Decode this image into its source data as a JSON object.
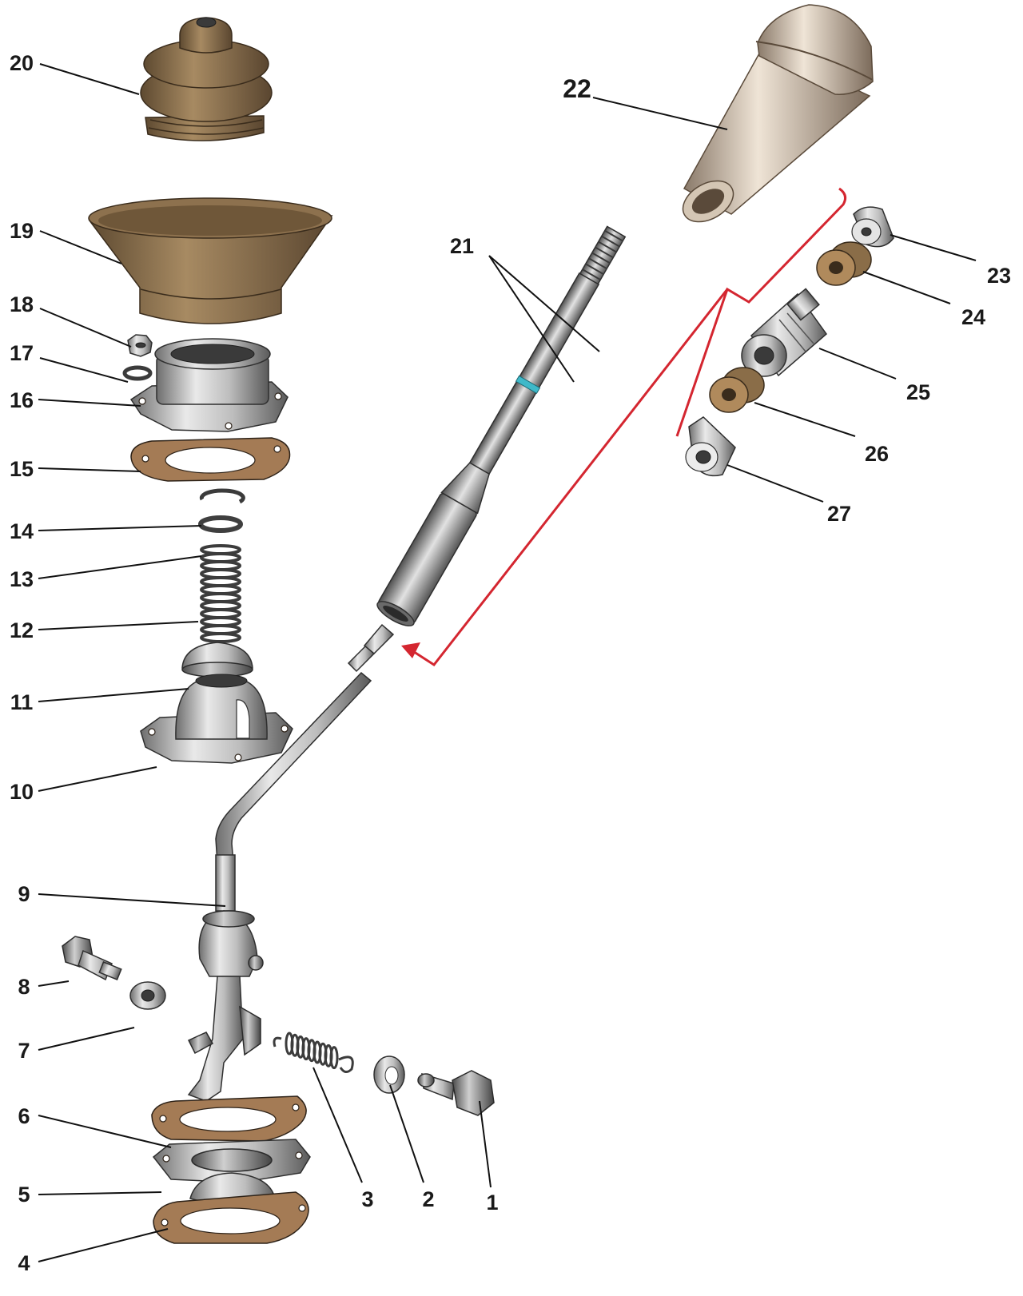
{
  "colors": {
    "background": "#ffffff",
    "steel": "#b9b9b9",
    "rubber": "#8a6d48",
    "gasket": "#a47b55",
    "knob": "#c9b9a6",
    "bracket": "#d42630",
    "seal_mark": "#3fb9c9"
  },
  "labels": {
    "l1": "1",
    "l2": "2",
    "l3": "3",
    "l4": "4",
    "l5": "5",
    "l6": "6",
    "l7": "7",
    "l8": "8",
    "l9": "9",
    "l10": "10",
    "l11": "11",
    "l12": "12",
    "l13": "13",
    "l14": "14",
    "l15": "15",
    "l16": "16",
    "l17": "17",
    "l18": "18",
    "l19": "19",
    "l20": "20",
    "l21": "21",
    "l22": "22",
    "l23": "23",
    "l24": "24",
    "l25": "25",
    "l26": "26",
    "l27": "27"
  }
}
